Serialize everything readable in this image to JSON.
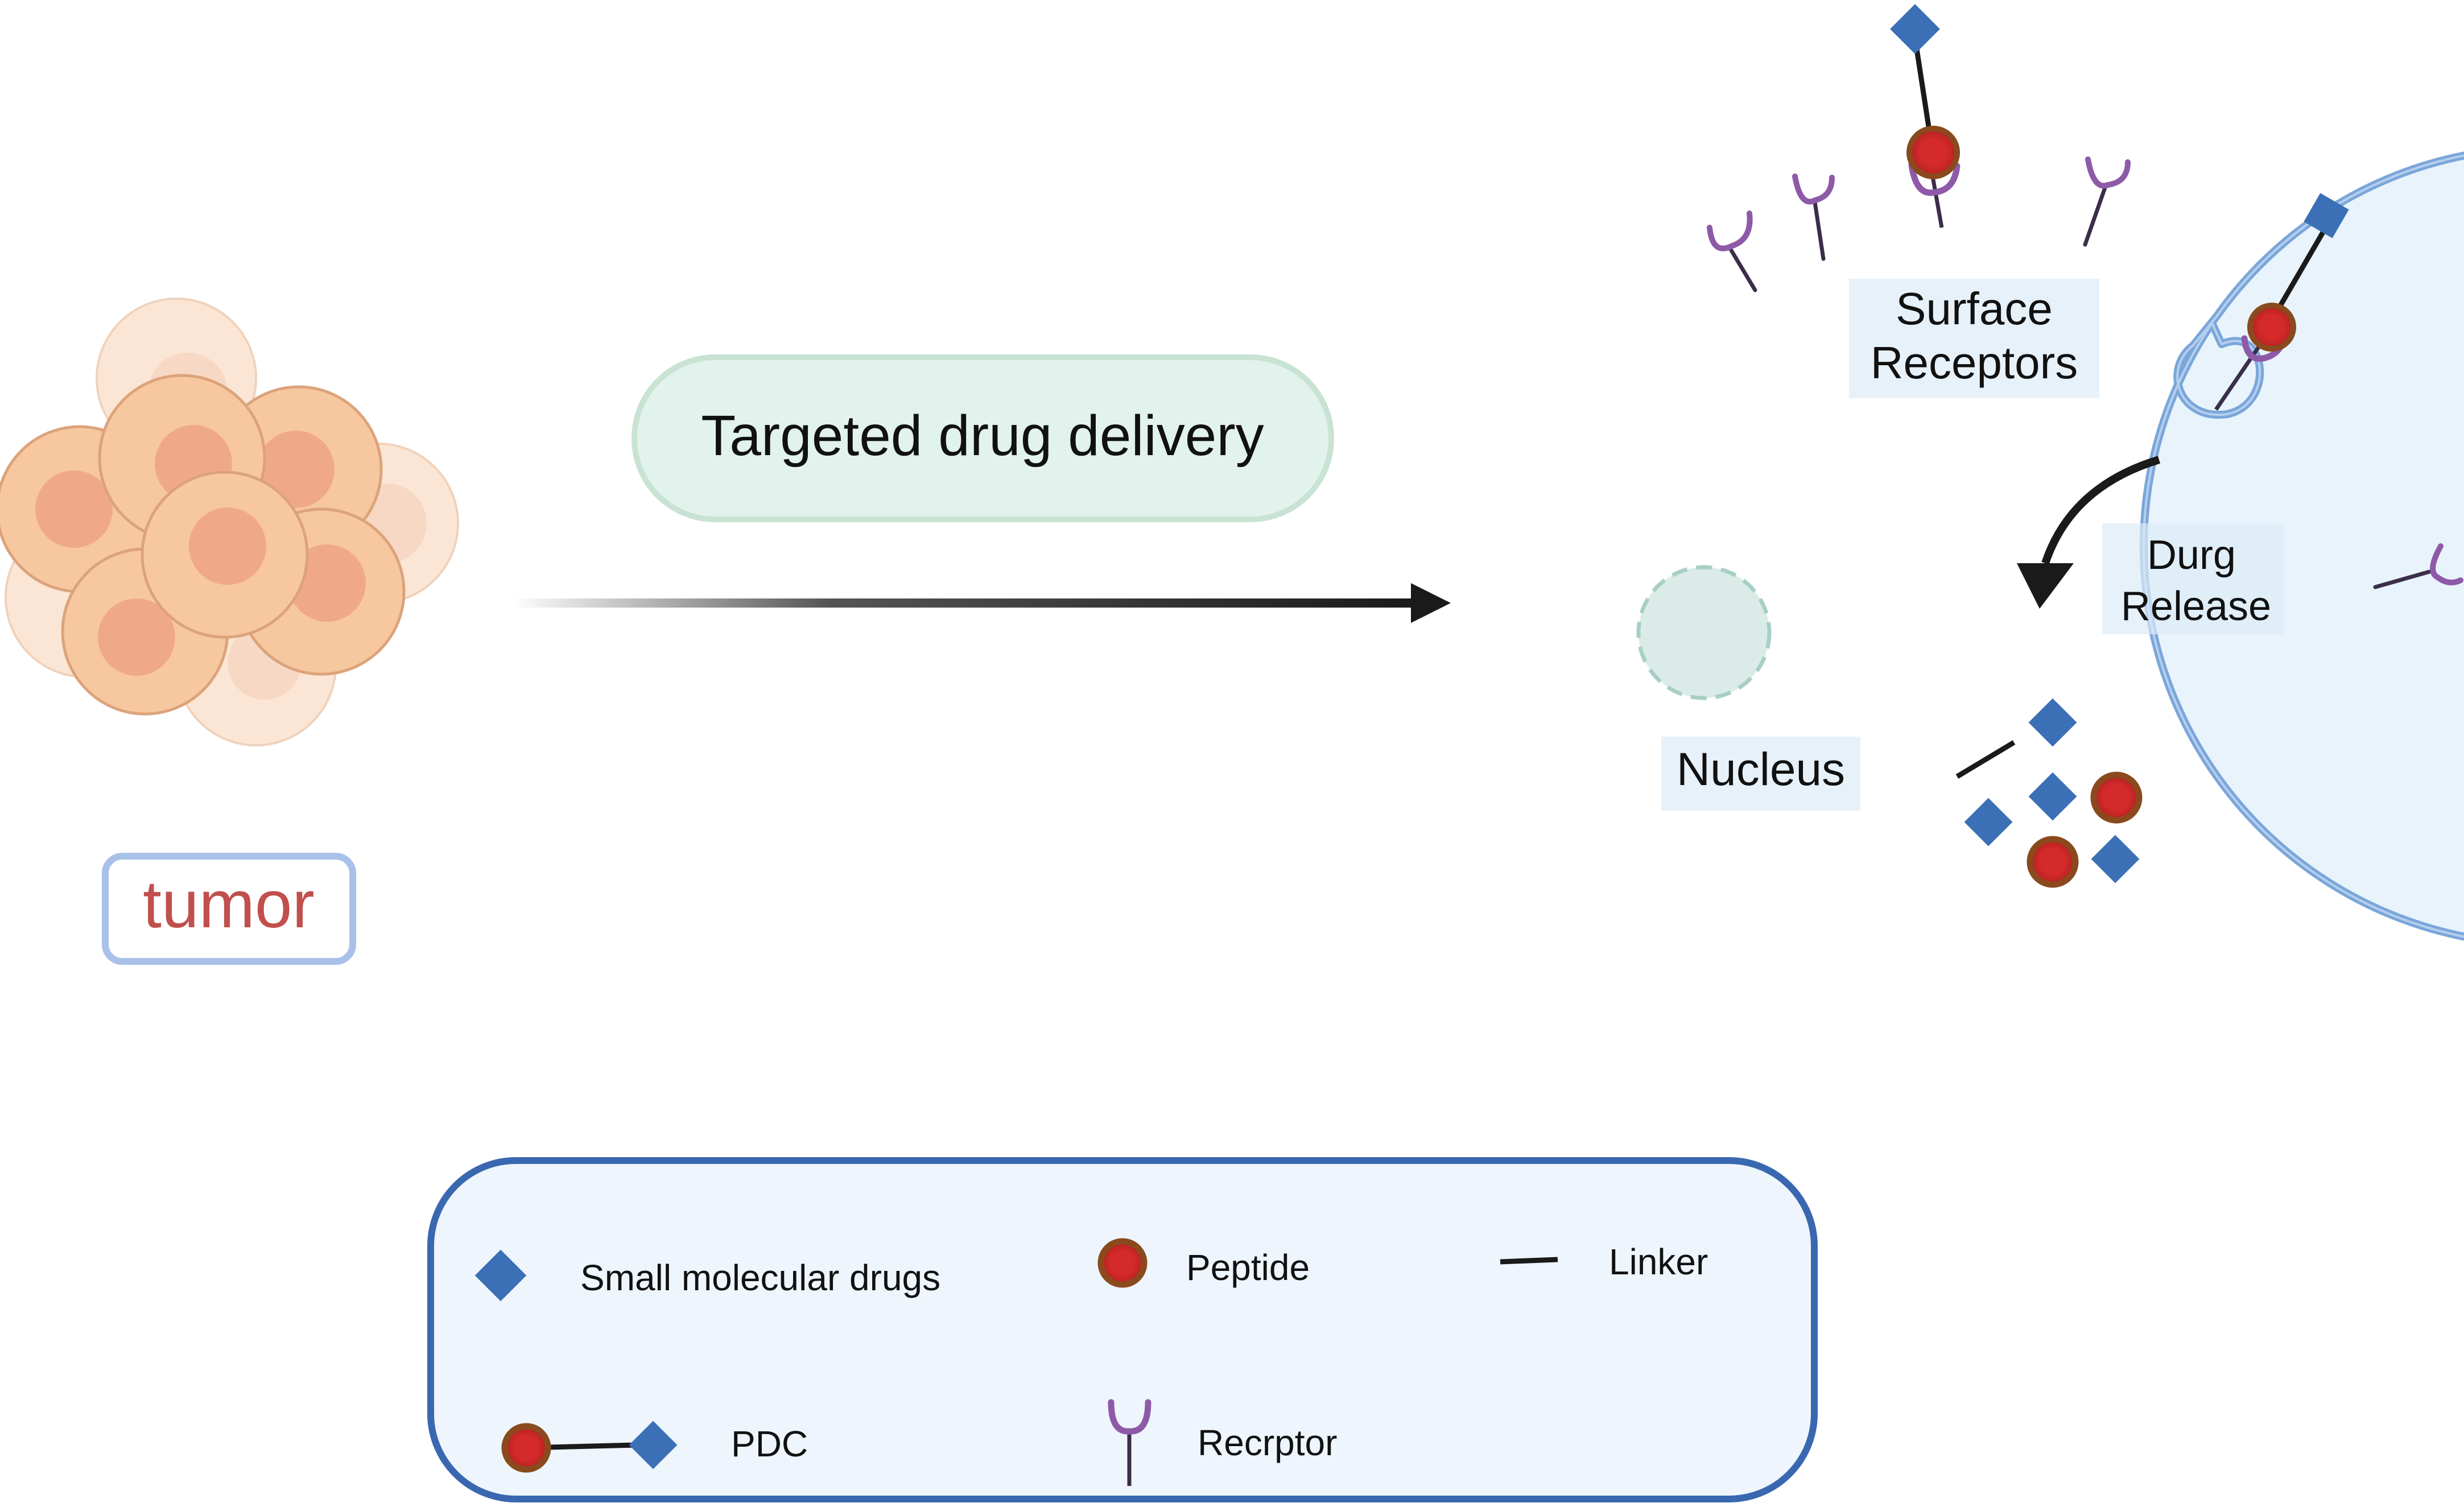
{
  "tumor": {
    "label": "tumor"
  },
  "delivery": {
    "label": "Targeted drug delivery"
  },
  "cell": {
    "surface_label": [
      "Surface",
      "Receptors"
    ],
    "release_label": [
      "Durg",
      "Release"
    ],
    "nucleus_label": "Nucleus"
  },
  "legend": {
    "items": [
      {
        "icon": "diamond-icon",
        "label": "Small molecular drugs"
      },
      {
        "icon": "circle-icon",
        "label": "Peptide"
      },
      {
        "icon": "line-icon",
        "label": "Linker"
      },
      {
        "icon": "pdc-icon",
        "label": "PDC"
      },
      {
        "icon": "receptor-icon",
        "label": "Recrptor"
      }
    ]
  },
  "colors": {
    "drug": "#3b6fb6",
    "peptide_fill": "#d42a2a",
    "peptide_ring": "#8a4a1e",
    "receptor": "#8e5aa8",
    "cell_fill": "#e8f3fc",
    "cell_stroke": "#7aa6da",
    "tumor_cell": "#f5c39a",
    "tumor_border": "#dca37a",
    "label_box": "#e2f2ec",
    "tumor_text": "#c0504d"
  }
}
